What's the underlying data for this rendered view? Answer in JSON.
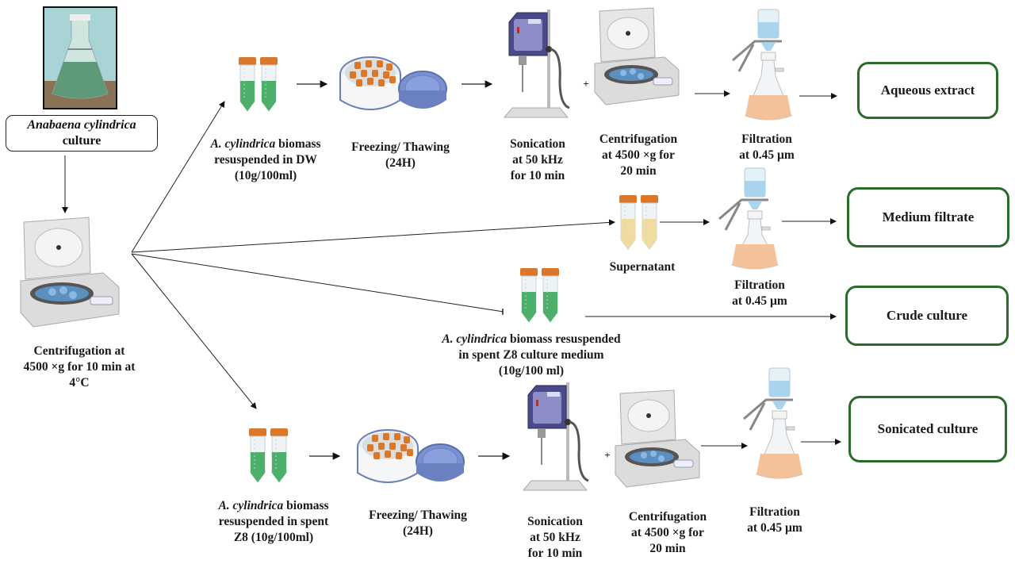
{
  "source": {
    "photo_icon": "culture-flask-photo",
    "title_italic": "Anabaena cylindrica",
    "title_rest": "culture"
  },
  "first_step": {
    "icon": "centrifuge-icon",
    "label_lines": [
      "Centrifugation at",
      "4500 ×g for 10 min at",
      "4°C"
    ]
  },
  "row_aqueous": {
    "tubes": {
      "icon": "green-tubes-icon",
      "italic": "A. cylindrica",
      "rest_line1": " biomass",
      "line2": "resuspended in DW",
      "line3": "(10g/100ml)"
    },
    "freeze": {
      "icon": "freezer-box-icon",
      "line1": "Freezing/ Thawing",
      "line2": "(24H)"
    },
    "sonication": {
      "icon": "sonicator-icon",
      "lines": [
        "Sonication",
        "at 50 kHz",
        "for 10 min"
      ]
    },
    "plus": "+",
    "centrifugation": {
      "icon": "centrifuge-icon",
      "lines": [
        "Centrifugation",
        "at 4500 ×g for",
        "20 min"
      ]
    },
    "filtration": {
      "icon": "filtration-flask-icon",
      "lines": [
        "Filtration",
        "at 0.45 µm"
      ]
    },
    "output": "Aqueous extract"
  },
  "row_medium": {
    "supernatant": {
      "icon": "yellow-tubes-icon",
      "label": "Supernatant"
    },
    "filtration": {
      "icon": "filtration-flask-icon",
      "lines": [
        "Filtration",
        "at 0.45 µm"
      ]
    },
    "output": "Medium filtrate"
  },
  "row_crude": {
    "tubes": {
      "icon": "green-tubes-icon",
      "italic": "A. cylindrica",
      "rest_line1": " biomass resuspended",
      "line2": "in spent Z8 culture medium",
      "line3": "(10g/100 ml)"
    },
    "output": "Crude culture"
  },
  "row_sonicated": {
    "tubes": {
      "icon": "green-tubes-icon",
      "italic": "A. cylindrica",
      "rest_line1": " biomass",
      "line2": "resuspended in spent",
      "line3": "Z8 (10g/100ml)"
    },
    "freeze": {
      "icon": "freezer-box-icon",
      "line1": "Freezing/ Thawing",
      "line2": "(24H)"
    },
    "sonication": {
      "icon": "sonicator-icon",
      "lines": [
        "Sonication",
        "at 50 kHz",
        "for 10 min"
      ]
    },
    "plus": "+",
    "centrifugation": {
      "icon": "centrifuge-icon",
      "lines": [
        "Centrifugation",
        "at 4500 ×g for",
        "20 min"
      ]
    },
    "filtration": {
      "icon": "filtration-flask-icon",
      "lines": [
        "Filtration",
        "at 0.45 µm"
      ]
    },
    "output": "Sonicated culture"
  },
  "colors": {
    "output_border": "#2a6b2a",
    "tube_cap": "#d9772b",
    "green_liquid": "#4caf6a",
    "yellow_liquid": "#f0dca0",
    "filtrate": "#f4c29a",
    "sonicator": "#4a4a8a"
  }
}
